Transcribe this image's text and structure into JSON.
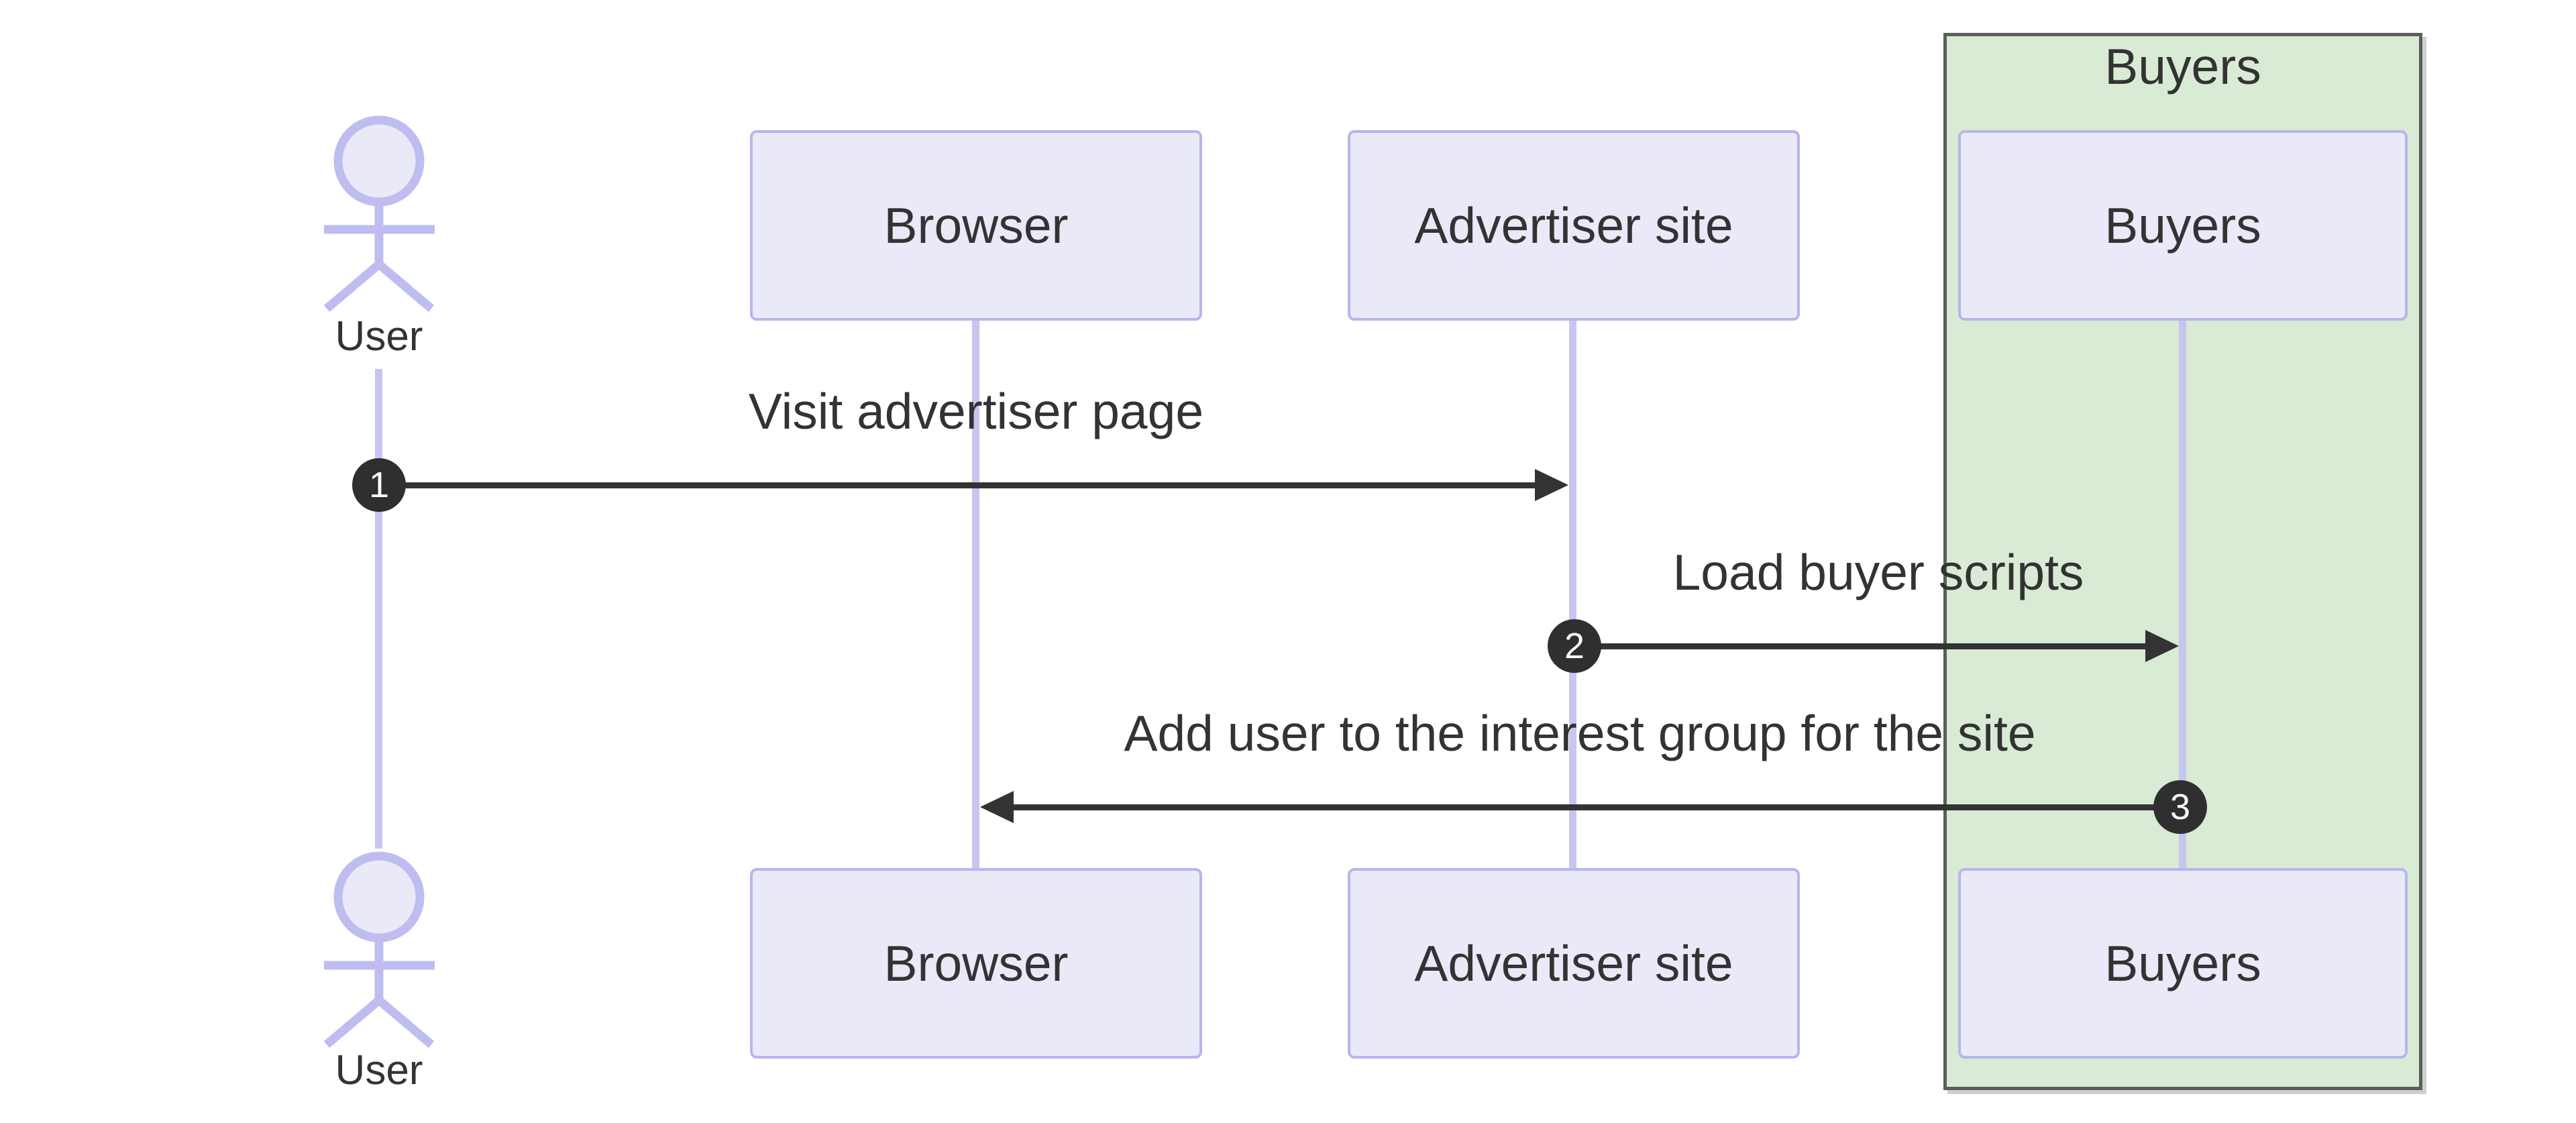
{
  "diagram": {
    "type": "sequence",
    "background": "#ffffff",
    "colors": {
      "participant_fill": "#e9e9f8",
      "participant_border": "#b6b6ec",
      "lifeline": "#c6c6f1",
      "actor_stroke": "#bdbdf0",
      "group_fill": "#d9ebd5",
      "group_border": "#5d5d5d",
      "message_line": "#333333",
      "text": "#333333",
      "sequence_number_fill": "#2f2f2f",
      "sequence_number_text": "#ffffff"
    },
    "actor": {
      "label": "User"
    },
    "group": {
      "label": "Buyers"
    },
    "participants": [
      {
        "label": "Browser"
      },
      {
        "label": "Advertiser site"
      },
      {
        "label": "Buyers"
      }
    ],
    "messages": [
      {
        "seq": "1",
        "label": "Visit advertiser page"
      },
      {
        "seq": "2",
        "label": "Load buyer scripts"
      },
      {
        "seq": "3",
        "label": "Add user to the interest group for the site"
      }
    ]
  }
}
